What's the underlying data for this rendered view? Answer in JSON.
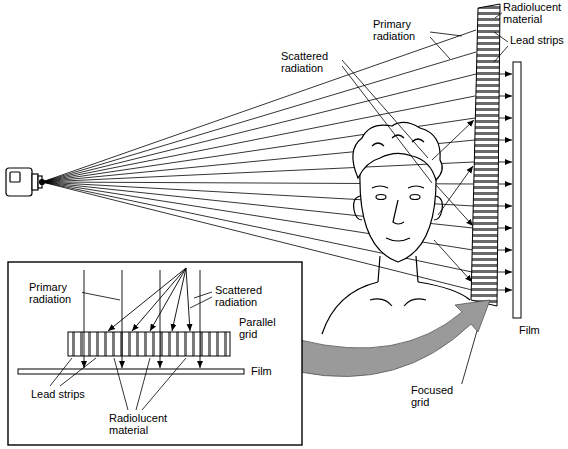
{
  "diagram": {
    "labels": [
      "Radiolucent material",
      "Lead strips",
      "Primary radiation",
      "Scattered radiation",
      "Film",
      "Focused grid",
      "Primary radiation",
      "Scattered radiation",
      "Parallel grid",
      "Film",
      "Lead strips",
      "Radiolucent material"
    ]
  }
}
